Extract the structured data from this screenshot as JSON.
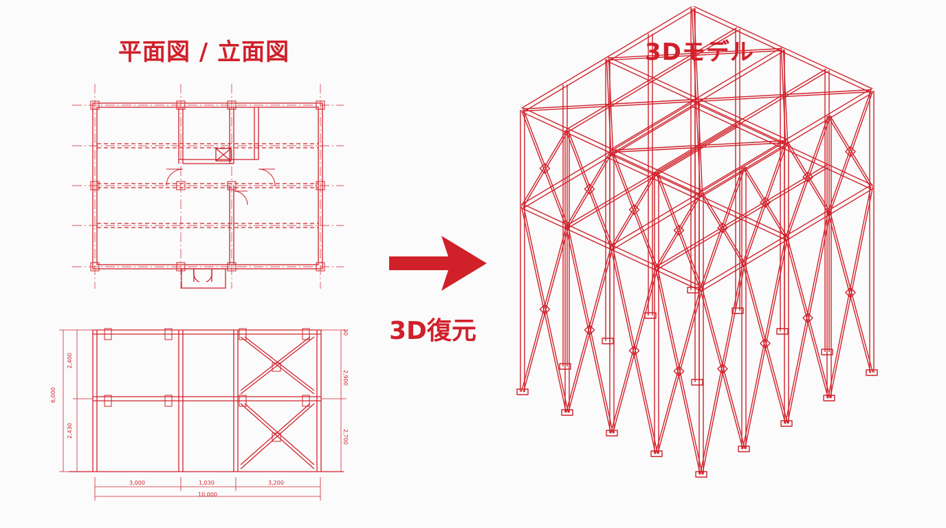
{
  "titles": {
    "left": "平面図 / 立面図",
    "right": "3Dモデル"
  },
  "arrow": {
    "label": "3D復元"
  },
  "elevation_dims": {
    "left_total": "6,000",
    "left_upper": "2,400",
    "left_lower": "2,430",
    "right_upper": "2,900",
    "right_lower": "2,700",
    "right_top": "30",
    "bay_1": "3,000",
    "bay_2": "1,030",
    "bay_3": "3,200",
    "total_width": "10,000"
  },
  "colors": {
    "line": "#d0202a",
    "background": "#fbfbfb"
  }
}
